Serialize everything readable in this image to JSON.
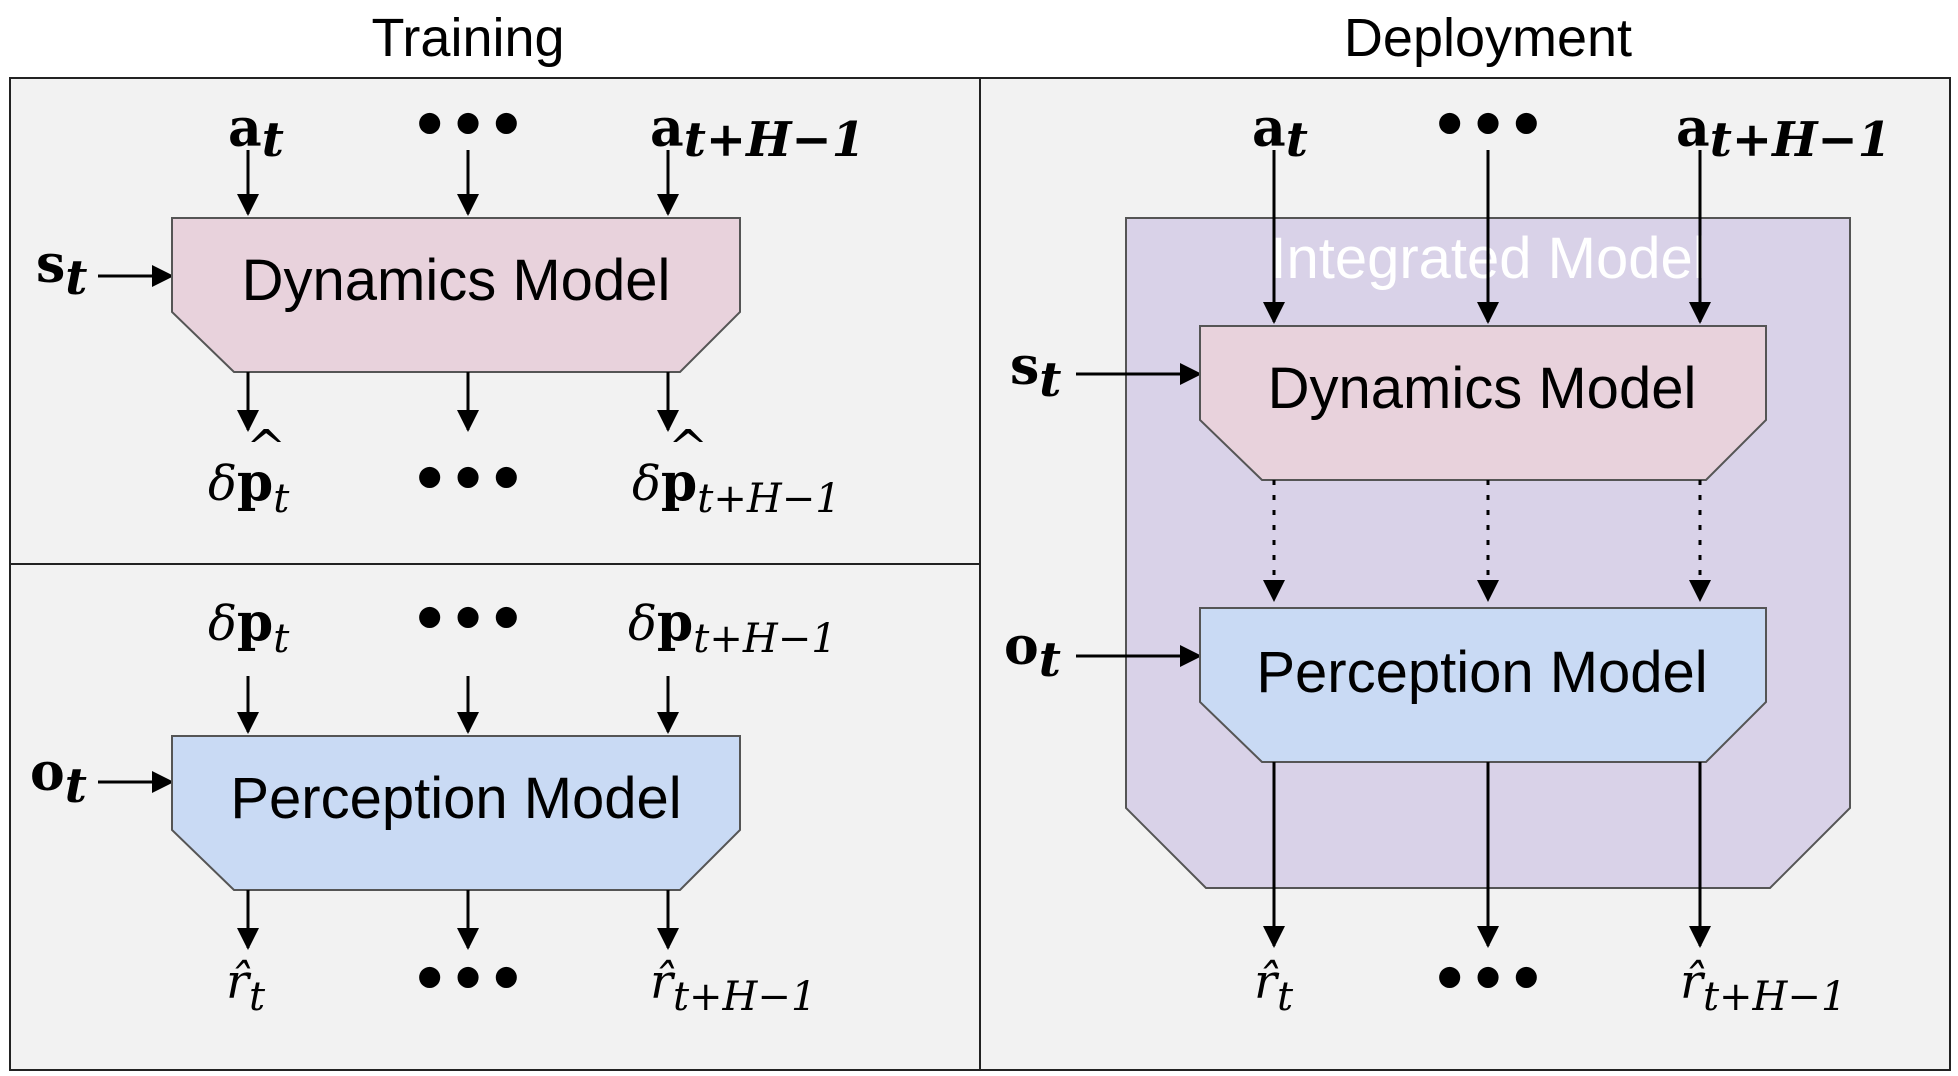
{
  "headers": {
    "training": "Training",
    "deployment": "Deployment"
  },
  "boxes": {
    "dynamics": "Dynamics Model",
    "perception": "Perception Model",
    "integrated": "Integrated Model"
  },
  "symbols": {
    "a": "a",
    "s": "s",
    "o": "o",
    "delta": "δ",
    "p": "p",
    "r_hat": "r̂",
    "hat": "^",
    "sub_t": "t",
    "sub_tH": "t+H−1",
    "ellipsis": "•••"
  },
  "colors": {
    "panel_bg": "#f2f2f2",
    "dynamics_fill": "#e8d2dc",
    "perception_fill": "#c9daf4",
    "integrated_fill": "#d9d2e8",
    "stroke": "#555555"
  }
}
